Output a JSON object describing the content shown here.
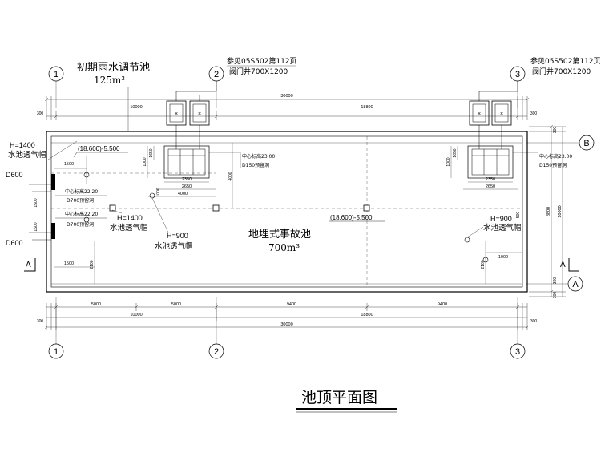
{
  "drawing_title": "池顶平面图",
  "grid_axes": {
    "numeric": [
      "1",
      "2",
      "3"
    ],
    "alpha": [
      "A",
      "B"
    ]
  },
  "section_mark": "A",
  "pools": {
    "left_name": "初期雨水调节池",
    "left_volume": "125m³",
    "main_name": "地埋式事故池",
    "main_volume": "700m³",
    "level_mark": "(18.600)-5.500",
    "level_mark_left": "(18.600)-5.500"
  },
  "references": {
    "ref_text": "参见05S502第112页",
    "valve_well": "阀门井700X1200"
  },
  "notes": {
    "vent_h1400": "H=1400",
    "vent_h900": "H=900",
    "vent_label": "水池透气帽",
    "pipe_d600": "D600",
    "pipe_d700": "D700预留洞",
    "pipe_d150": "D150预留洞",
    "center_elev_2220": "中心标高22.20",
    "center_elev_2300": "中心标高23.00"
  },
  "dims_top": {
    "overall": "30000",
    "seg_left": "10000",
    "seg_right": "18800",
    "edge": "300"
  },
  "dims_bottom": {
    "row1": [
      "5000",
      "5000",
      "9400",
      "9400"
    ],
    "row2_left": "10000",
    "row2_right": "18800",
    "row3": "30000",
    "edge": "300"
  },
  "dims_right": {
    "overall": "10000",
    "inner": "8800",
    "edge": "300",
    "small": "500"
  },
  "dims_hatch": {
    "w2350": "2350",
    "w2650": "2650",
    "w4000": "4000",
    "h4000": "4000",
    "h1000": "1000",
    "h1650": "1650",
    "w1500": "1500",
    "w2100": "2100",
    "w1000": "1000",
    "w1000_b": "1000"
  }
}
